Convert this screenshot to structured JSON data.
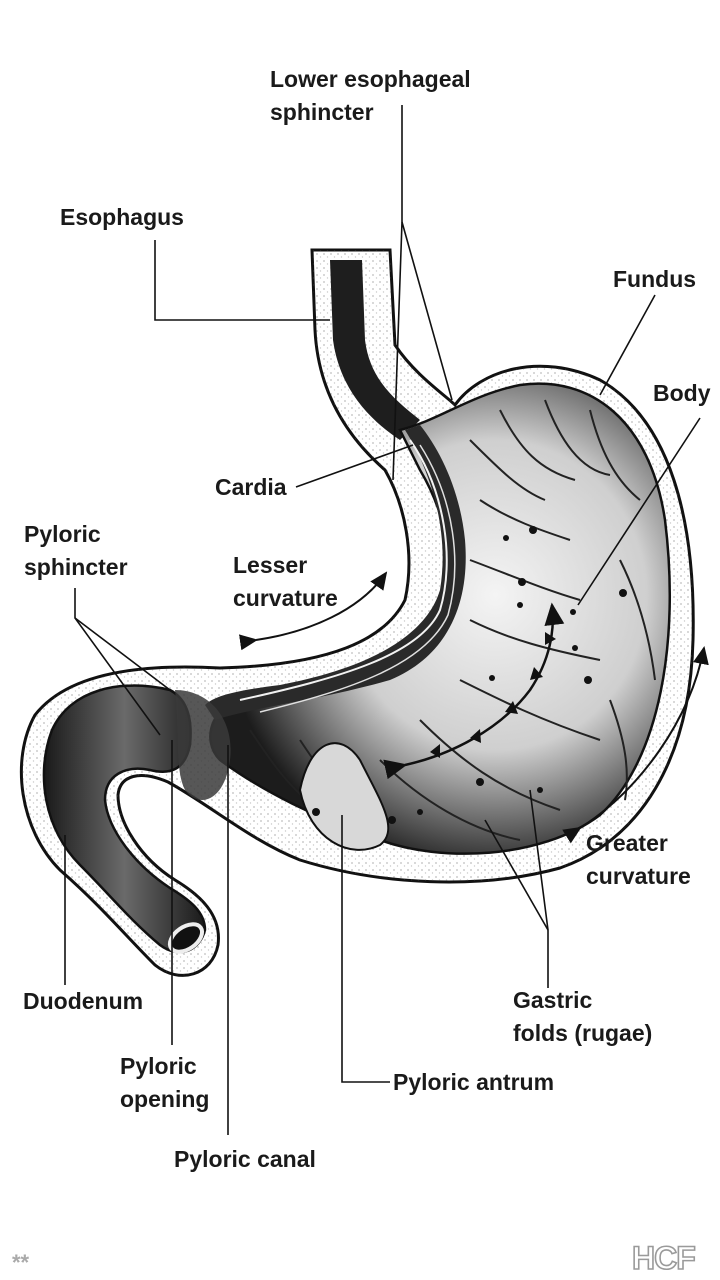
{
  "labels": {
    "lower_esophageal_sphincter": [
      "Lower esophageal",
      "sphincter"
    ],
    "esophagus": [
      "Esophagus"
    ],
    "fundus": [
      "Fundus"
    ],
    "body": [
      "Body"
    ],
    "cardia": [
      "Cardia"
    ],
    "pyloric_sphincter": [
      "Pyloric",
      "sphincter"
    ],
    "lesser_curvature": [
      "Lesser",
      "curvature"
    ],
    "greater_curvature": [
      "Greater",
      "curvature"
    ],
    "duodenum": [
      "Duodenum"
    ],
    "gastric_folds": [
      "Gastric",
      "folds (rugae)"
    ],
    "pyloric_opening": [
      "Pyloric",
      "opening"
    ],
    "pyloric_antrum": [
      "Pyloric antrum"
    ],
    "pyloric_canal": [
      "Pyloric canal"
    ]
  },
  "corner_mark": "**",
  "logo_text": "HCF",
  "colors": {
    "ink": "#1a1a1a",
    "shade": "#2b2b2b",
    "paper": "#ffffff",
    "logo": "#9a9a9a"
  }
}
